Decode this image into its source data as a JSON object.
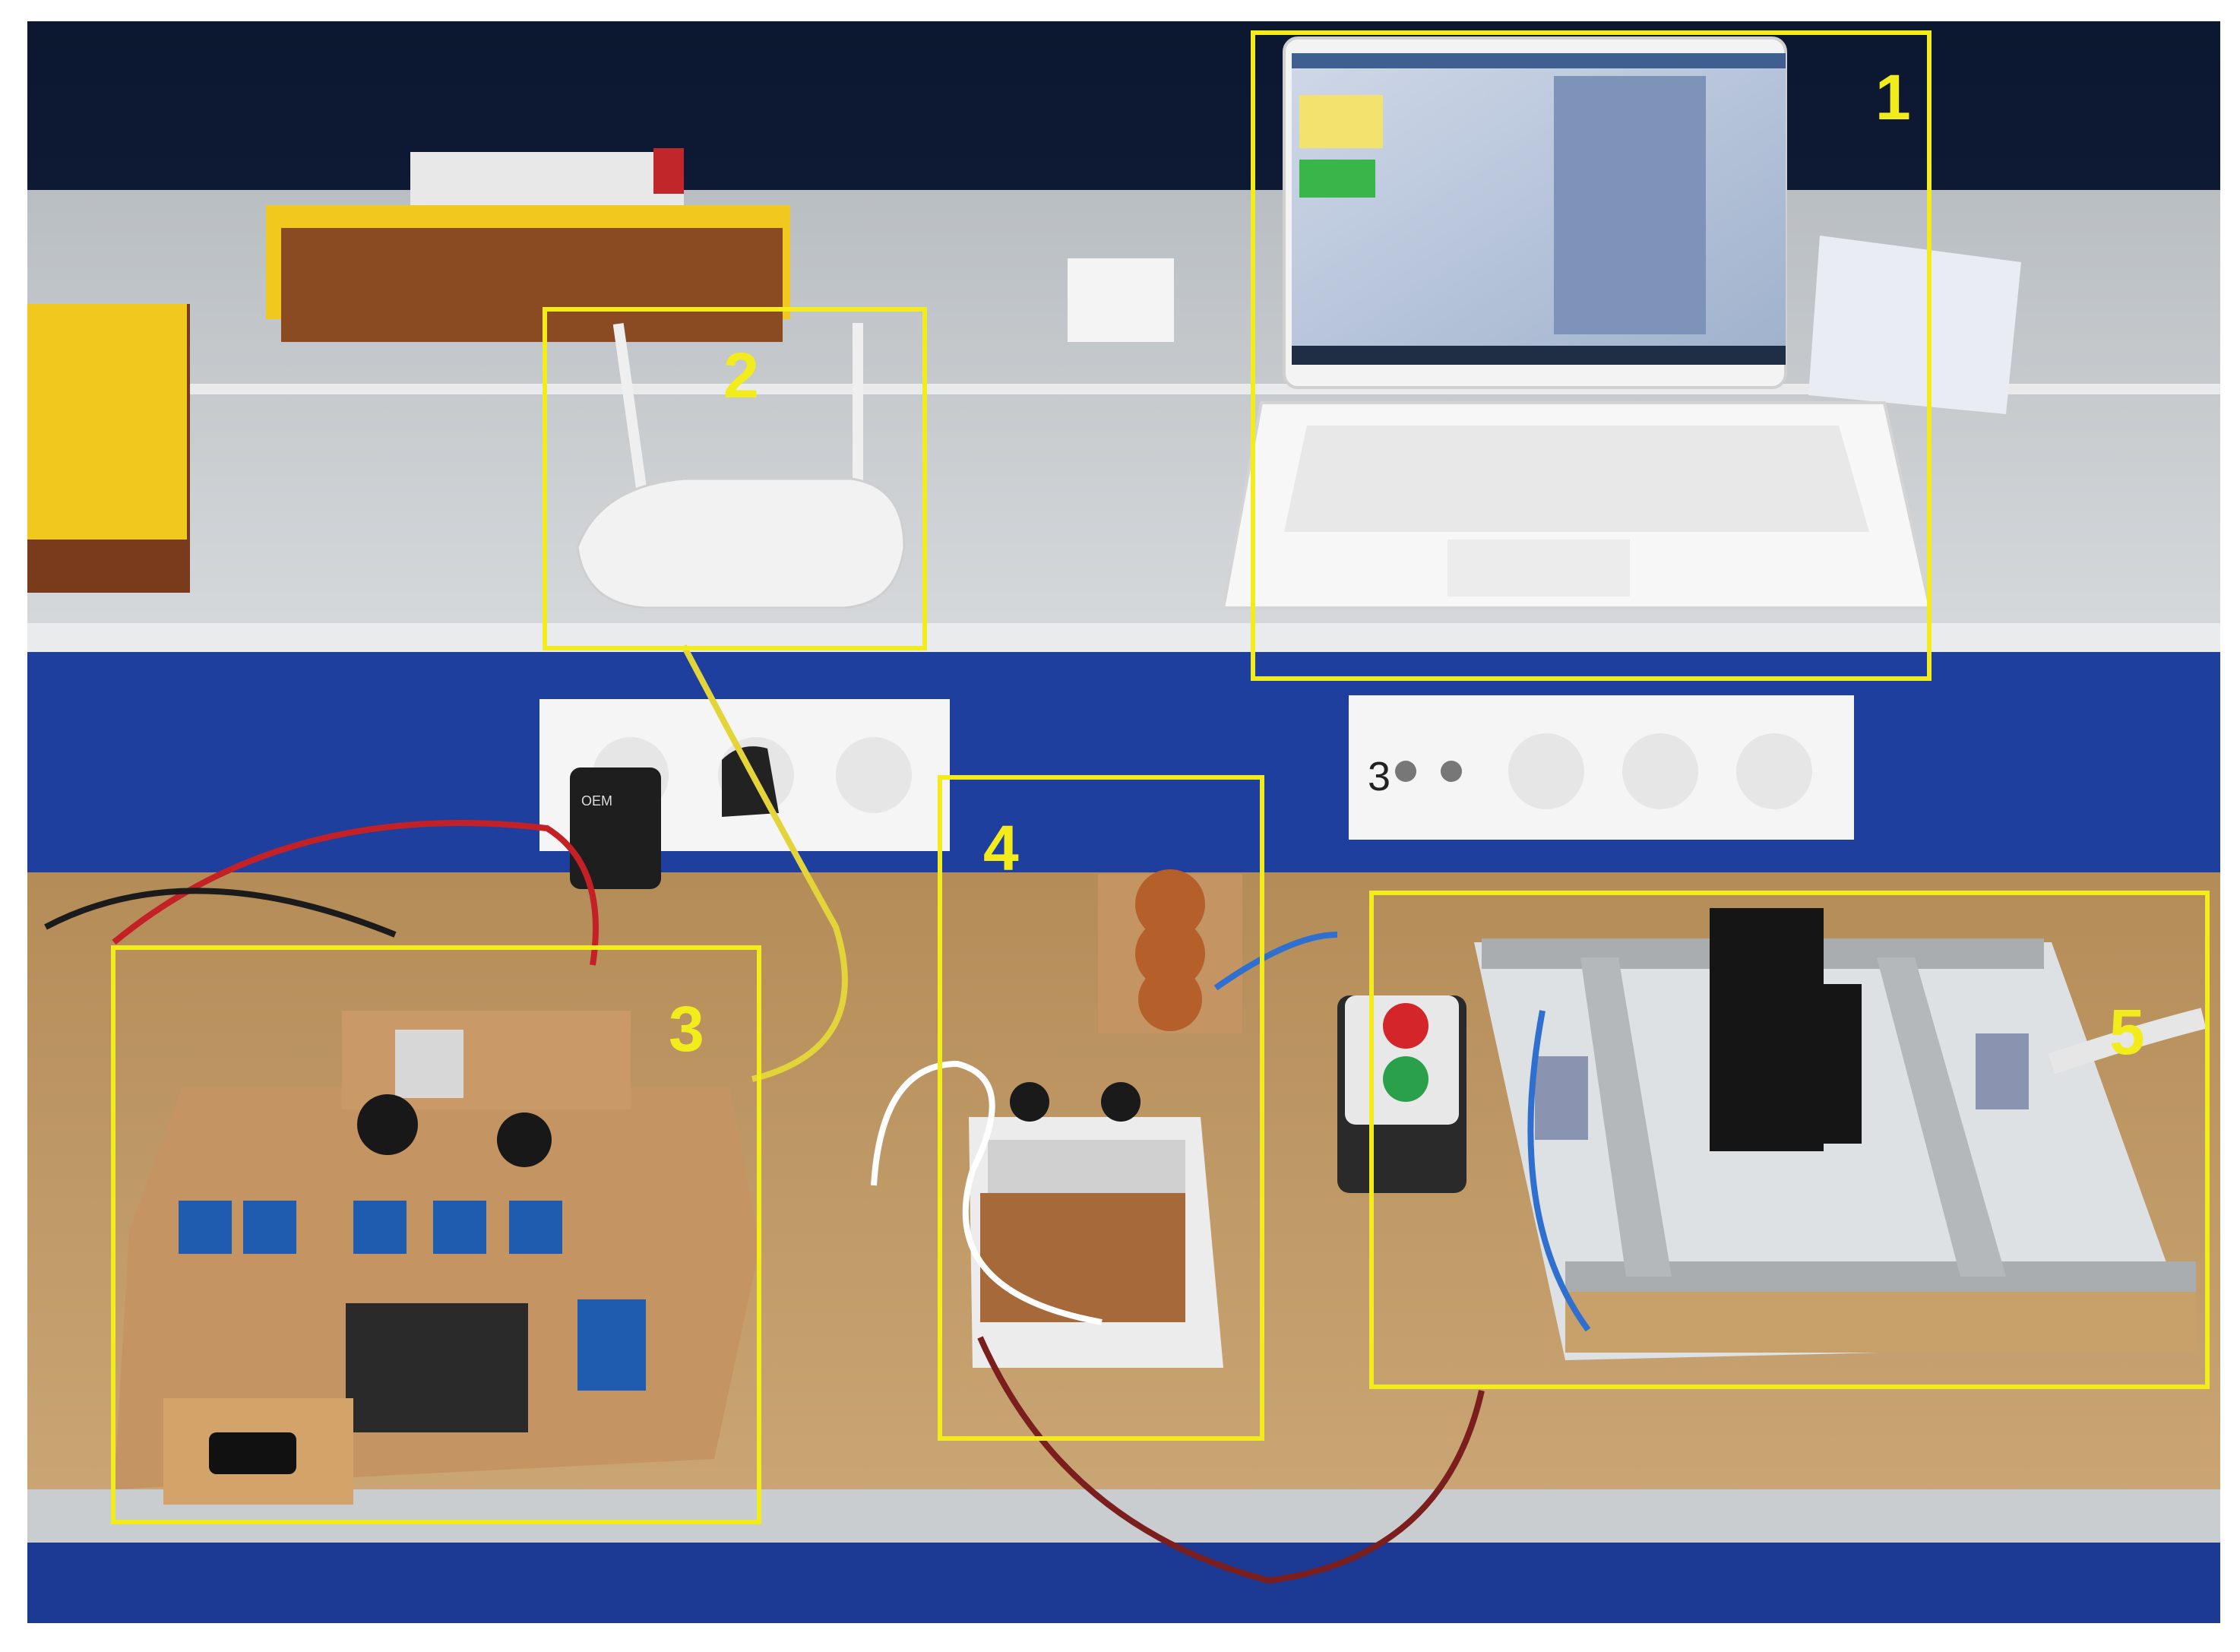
{
  "photo": {
    "colors": {
      "highlight": "#f2ec1c",
      "bench_blue": "#1f3f9e",
      "bench_wood": "#c7a06a",
      "bench_grey": "#c8cccf"
    },
    "annotations": [
      {
        "label": "1",
        "object": "laptop"
      },
      {
        "label": "2",
        "object": "wireless-router"
      },
      {
        "label": "3",
        "object": "control-board"
      },
      {
        "label": "4",
        "object": "inverter-board"
      },
      {
        "label": "5",
        "object": "contactor-panel"
      }
    ],
    "socket_marking": "3",
    "adapter_brand": "OEM"
  }
}
